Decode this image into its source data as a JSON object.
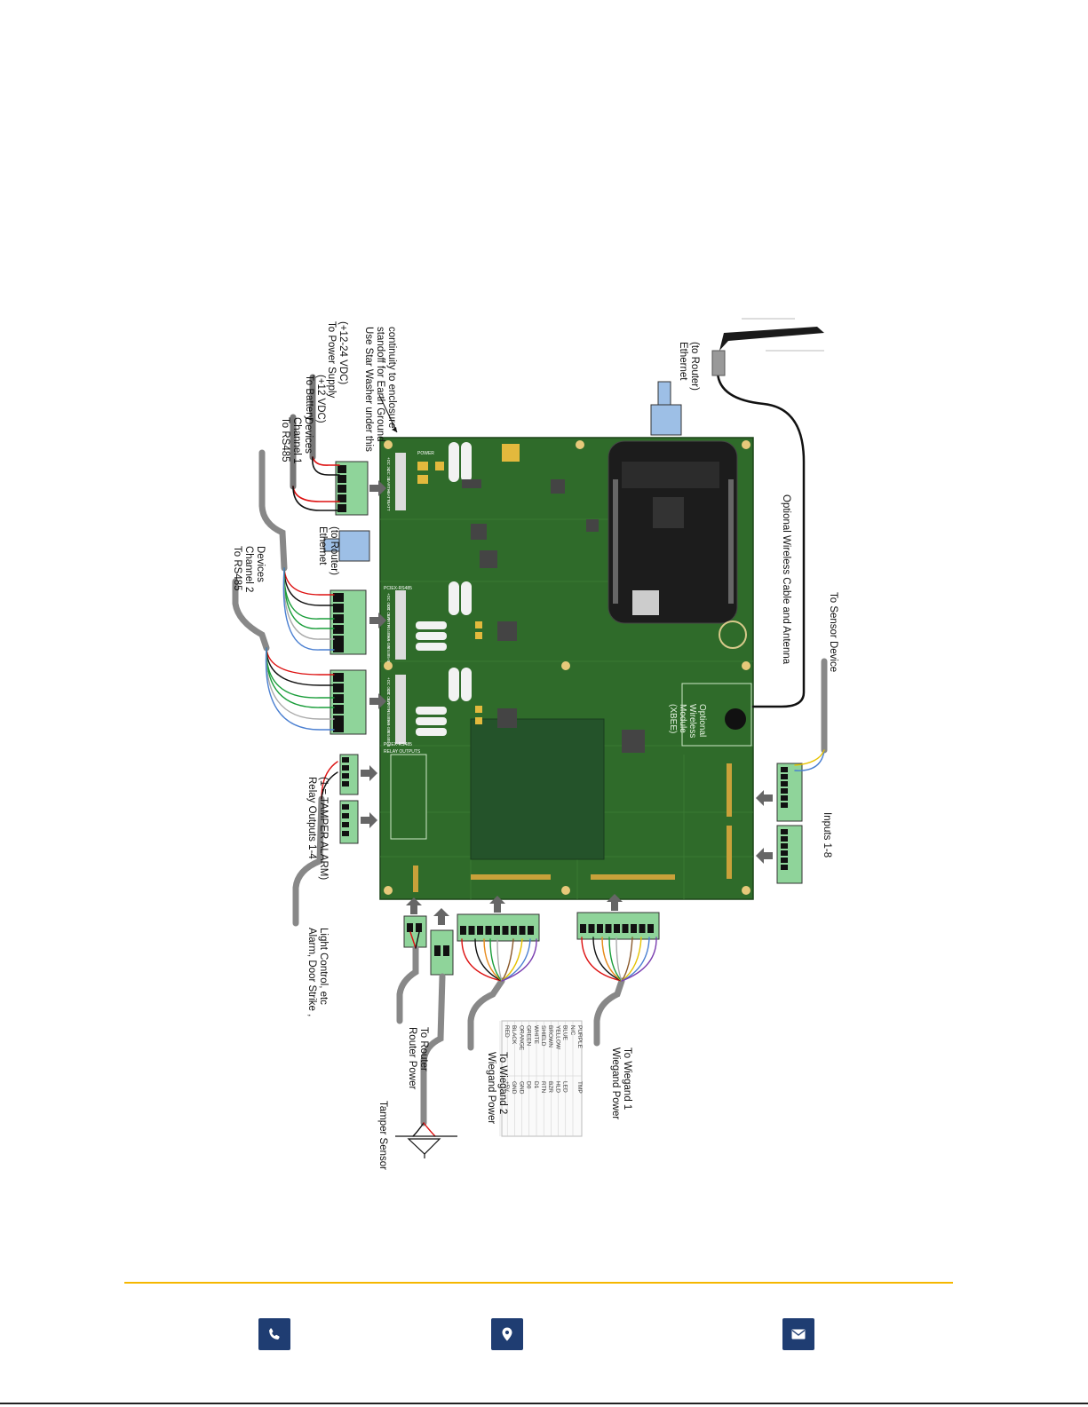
{
  "labels": {
    "star_washer": [
      "Use Star Washer under this",
      "standoff for Earth Ground",
      "continuity to enclosure"
    ],
    "power_supply": [
      "To Power Supply",
      "(+12-24 VDC)"
    ],
    "battery": [
      "To Battery",
      "(+12 VDC)"
    ],
    "rs485_ch1": [
      "To RS485",
      "Channel 1",
      "Devices"
    ],
    "rs485_ch2": [
      "To RS485",
      "Channel 2",
      "Devices"
    ],
    "ethernet_top": [
      "Ethernet",
      "(to Router)"
    ],
    "ethernet_left": [
      "Ethernet",
      "(to Router)"
    ],
    "relay_outputs": [
      "Relay Outputs 1-4",
      "(1 = TAMPER ALARM)"
    ],
    "alarm": [
      "Alarm, Door Strike ,",
      "Light Control, etc"
    ],
    "router_power": [
      "Router Power",
      "To Router"
    ],
    "tamper_sensor": [
      "Tamper Sensor"
    ],
    "wiegand2": [
      "Wiegand Power",
      "To Wiegand 2"
    ],
    "wiegand1": [
      "Wiegand Power",
      "To Wiegand 1"
    ],
    "wireless_cable": [
      "Optional Wireless Cable and Antenna"
    ],
    "sensor_device": [
      "To Sensor Device"
    ],
    "inputs": [
      "Inputs 1-8"
    ],
    "xbee": [
      "Optional",
      "Wireless",
      "Module",
      "(XBEE)"
    ],
    "board_power": "POWER",
    "board_rs485_1": "PCIEX-RS485",
    "board_rs485_2": "PCIEX-RS485",
    "board_relay": "RELAY OUTPUTS"
  },
  "power_pins": [
    "+DC 24",
    "-DC 24",
    "EARTH",
    "+BATT",
    "-BATT"
  ],
  "rs485_pins": [
    "+DC OUT",
    "-DC OUT",
    "EARTH",
    "RS485-A",
    "RS-GN",
    "RS485-B"
  ],
  "wire_table": [
    [
      "PURPLE",
      "TMP"
    ],
    [
      "N/C",
      ""
    ],
    [
      "BLUE",
      "LED"
    ],
    [
      "YELLOW",
      "HLD"
    ],
    [
      "BROWN",
      "BZR"
    ],
    [
      "SHIELD",
      "RTN"
    ],
    [
      "WHITE",
      "D1"
    ],
    [
      "GREEN",
      "D0"
    ],
    [
      "ORANGE",
      "GND"
    ],
    [
      "BLACK",
      "GND"
    ],
    [
      "RED",
      "+5V"
    ]
  ],
  "colors": {
    "board": "#2f6b2a",
    "terminal": "#8fd49a",
    "ethernet": "#9dbfe6",
    "footer_accent": "#f5b700",
    "footer_icon": "#1f3d72"
  },
  "footer": {
    "icons": [
      "phone-icon",
      "location-icon",
      "email-icon"
    ]
  }
}
